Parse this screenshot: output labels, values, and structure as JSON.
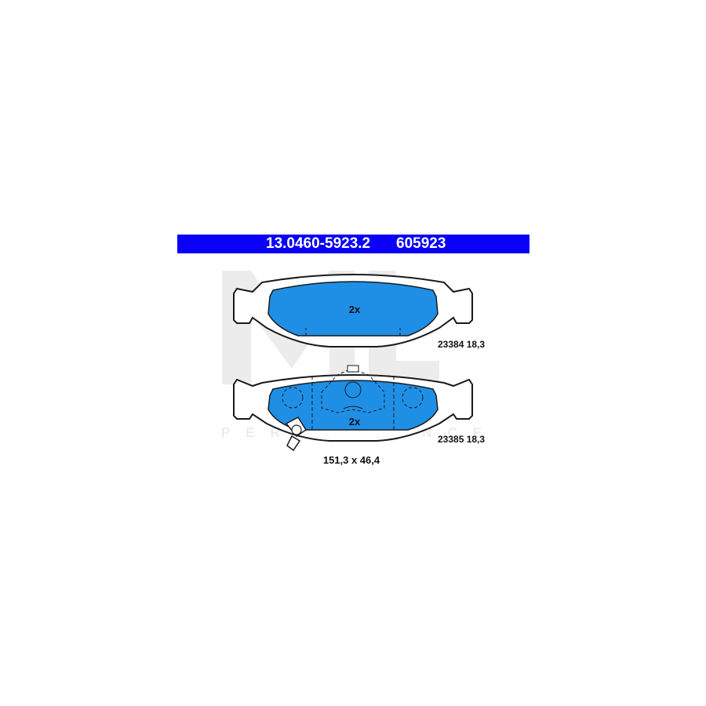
{
  "header": {
    "part_number": "13.0460-5923.2",
    "ref_number": "605923"
  },
  "watermark": {
    "logo_text": "ML",
    "subtitle": "PERFORMANCE"
  },
  "pads": {
    "top": {
      "quantity_label": "2x",
      "spec_label": "23384 18,3"
    },
    "bottom": {
      "quantity_label": "2x",
      "spec_label": "23385 18,3"
    }
  },
  "dimensions": "151,3 x 46,4",
  "colors": {
    "header_bg": "#0a00f5",
    "pad_fill": "#1f8fe6",
    "outline": "#1a1a1a",
    "watermark": "#e4e4e4"
  }
}
